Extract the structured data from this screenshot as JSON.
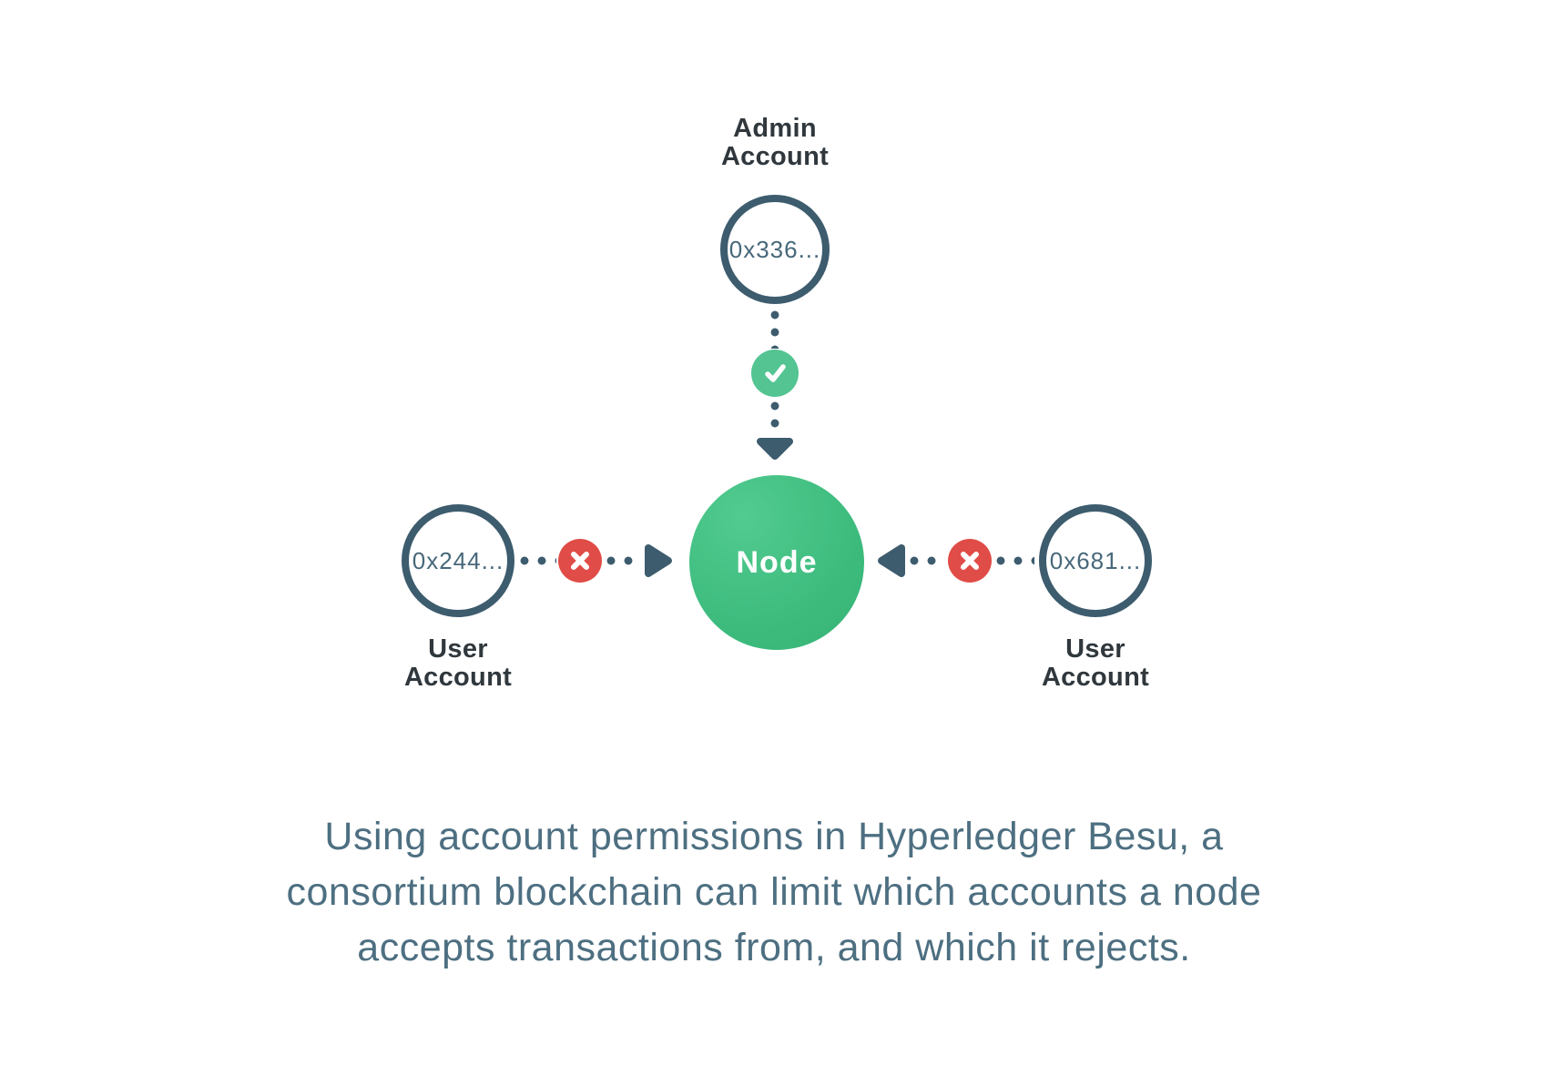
{
  "diagram": {
    "admin_account": {
      "label_line1": "Admin",
      "label_line2": "Account",
      "address": "0x336..."
    },
    "node": {
      "label": "Node"
    },
    "left_user_account": {
      "address": "0x244...",
      "label_line1": "User",
      "label_line2": "Account",
      "status": "rejected"
    },
    "right_user_account": {
      "address": "0x681...",
      "label_line1": "User",
      "label_line2": "Account",
      "status": "rejected"
    },
    "admin_status": "accepted"
  },
  "caption": {
    "line1": "Using account permissions in Hyperledger Besu, a",
    "line2": "consortium blockchain can limit which accounts a node",
    "line3": "accepts transactions from, and which it rejects."
  },
  "colors": {
    "background": "#ffffff",
    "slate_outline": "#3d5c6e",
    "dark_label": "#30383d",
    "address_text": "#47687a",
    "node_green": "#3dbb7d",
    "accept_green": "#53c492",
    "reject_red": "#e04c47",
    "caption_text": "#4d6f81"
  }
}
